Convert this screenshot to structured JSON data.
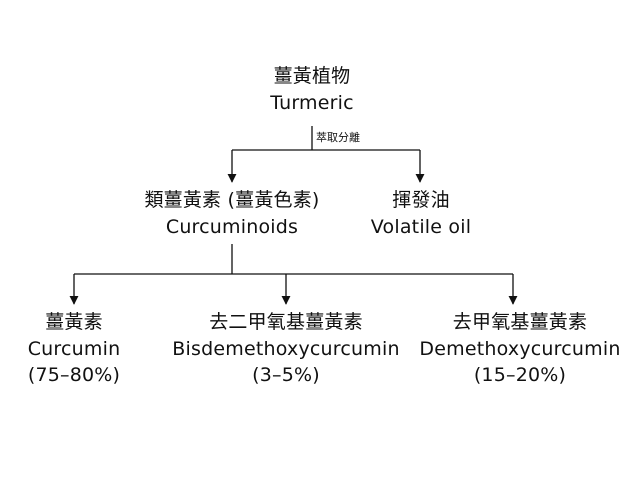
{
  "root": {
    "zh": "薑黃植物",
    "en": "Turmeric"
  },
  "edge_label": "萃取分離",
  "level2": [
    {
      "zh": "類薑黃素 (薑黃色素)",
      "en": "Curcuminoids"
    },
    {
      "zh": "揮發油",
      "en": "Volatile oil"
    }
  ],
  "level3": [
    {
      "zh": "薑黃素",
      "en": "Curcumin",
      "pct": "(75–80%)"
    },
    {
      "zh": "去二甲氧基薑黃素",
      "en": "Bisdemethoxycurcumin",
      "pct": "(3–5%)"
    },
    {
      "zh": "去甲氧基薑黃素",
      "en": "Demethoxycurcumin",
      "pct": "(15–20%)"
    }
  ]
}
